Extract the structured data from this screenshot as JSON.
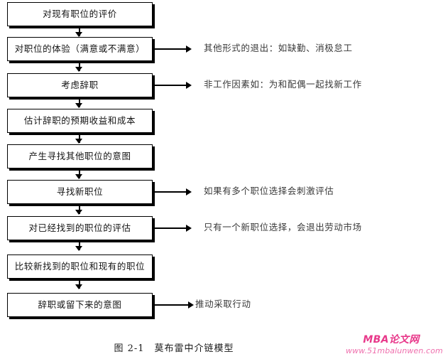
{
  "figure": {
    "caption": "图 2-1　莫布雷中介链模型",
    "title_number": "图 2-1",
    "title_text": "莫布雷中介链模型"
  },
  "flow": {
    "boxes": [
      {
        "id": "evaluate-current-job",
        "label": "对现有职位的评价"
      },
      {
        "id": "job-experience",
        "label": "对职位的体验（满意或不满意）"
      },
      {
        "id": "consider-quitting",
        "label": "考虑辞职"
      },
      {
        "id": "estimate-cost-benefit",
        "label": "估计辞职的预期收益和成本"
      },
      {
        "id": "intent-to-search",
        "label": "产生寻找其他职位的意图"
      },
      {
        "id": "search-new-job",
        "label": "寻找新职位"
      },
      {
        "id": "evaluate-found-job",
        "label": "对已经找到的职位的评估"
      },
      {
        "id": "compare-jobs",
        "label": "比较新找到的职位和现有的职位"
      },
      {
        "id": "intent-quit-or-stay",
        "label": "辞职或留下来的意图"
      }
    ],
    "side_notes": [
      {
        "id": "other-withdrawal",
        "from_box": 1,
        "label": "其他形式的退出：如缺勤、消极怠工"
      },
      {
        "id": "non-work-factors",
        "from_box": 2,
        "label": "非工作因素如：为和配偶一起找新工作"
      },
      {
        "id": "multiple-offers",
        "from_box": 5,
        "label": "如果有多个职位选择会刺激评估"
      },
      {
        "id": "single-offer",
        "from_box": 6,
        "label": "只有一个新职位选择，会退出劳动市场"
      },
      {
        "id": "drive-action",
        "from_box": 8,
        "label": "推动采取行动"
      }
    ]
  },
  "watermark": {
    "brand": "MBA论文网",
    "url": "www.51mbalunwen.com",
    "brand_color": "#e8388a",
    "url_color": "#ef6fad"
  }
}
